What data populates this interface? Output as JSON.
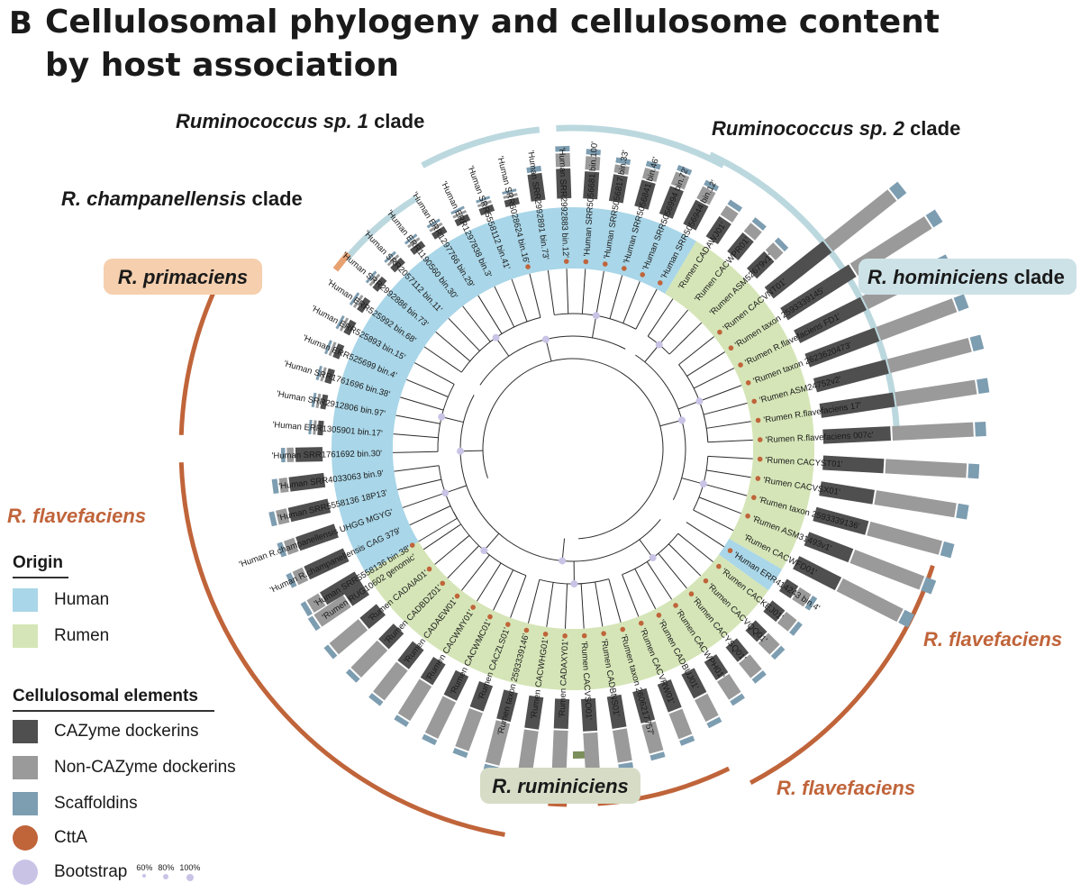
{
  "panel_letter": "B",
  "title": {
    "line1": "Cellulosomal phylogeny and cellulosome content",
    "line2": "by host association"
  },
  "colors": {
    "human": "#a9d6e8",
    "rumen": "#d5e5b7",
    "cazyme": "#4f4f4f",
    "non_cazyme": "#9a9a9a",
    "scaffoldin": "#7d9db1",
    "ctta": "#c0643a",
    "bootstrap": "#c9c3e6",
    "clade_ring_light": "#bcd8df",
    "flavefaciens_ring": "#c0643a",
    "primaciens_fill": "#f5cfae",
    "primaciens_ring": "#e8a272",
    "ruminiciens_fill": "#d6dcc6",
    "ruminiciens_ring": "#7b8f5a",
    "hominiciens_fill": "#cde2e7"
  },
  "clade_labels": {
    "rum1": {
      "italic": "Ruminococcus sp. 1",
      "plain": " clade"
    },
    "rum2": {
      "italic": "Ruminococcus sp. 2",
      "plain": " clade"
    },
    "champ": {
      "italic": "R. champanellensis",
      "plain": " clade"
    },
    "primaciens": "R. primaciens",
    "hominiciens": {
      "italic": "R. hominiciens",
      "plain": " clade"
    },
    "flav_left": "R. flavefaciens",
    "flav_right": "R. flavefaciens",
    "flav_bottom": "R. flavefaciens",
    "ruminiciens": "R. ruminiciens"
  },
  "legend": {
    "origin_title": "Origin",
    "origin_items": [
      {
        "label": "Human",
        "color": "#a9d6e8"
      },
      {
        "label": "Rumen",
        "color": "#d5e5b7"
      }
    ],
    "elements_title": "Cellulosomal elements",
    "element_items": [
      {
        "label": "CAZyme dockerins",
        "color": "#4f4f4f",
        "shape": "square"
      },
      {
        "label": "Non-CAZyme dockerins",
        "color": "#9a9a9a",
        "shape": "square"
      },
      {
        "label": "Scaffoldins",
        "color": "#7d9db1",
        "shape": "square"
      },
      {
        "label": "CttA",
        "color": "#c0643a",
        "shape": "circle"
      },
      {
        "label": "Bootstrap",
        "color": "#c9c3e6",
        "shape": "circle"
      }
    ],
    "bootstrap_scale": [
      "60%",
      "80%",
      "100%"
    ]
  },
  "leaves": [
    {
      "label": "'Human SRR5558136 bin.38'",
      "origin": "human",
      "ctta": true,
      "caz": 0.3,
      "non": 0.1,
      "sca": 0.04
    },
    {
      "label": "'Human R.champanellensis CAG 379'",
      "origin": "human",
      "ctta": false,
      "caz": 0.32,
      "non": 0.08,
      "sca": 0.04
    },
    {
      "label": "'Human R.champanellensis UHGG MGYG'",
      "origin": "human",
      "ctta": false,
      "caz": 0.3,
      "non": 0.08,
      "sca": 0.04
    },
    {
      "label": "'Human SRR5558136 18P13'",
      "origin": "human",
      "ctta": false,
      "caz": 0.3,
      "non": 0.08,
      "sca": 0.04
    },
    {
      "label": "'Human SRR4033063 bin.9'",
      "origin": "human",
      "ctta": false,
      "caz": 0.26,
      "non": 0.06,
      "sca": 0.04
    },
    {
      "label": "'Human SRR1761692 bin.30'",
      "origin": "human",
      "ctta": false,
      "caz": 0.2,
      "non": 0.05,
      "sca": 0.03
    },
    {
      "label": "'Human ERR1305901 bin.17'",
      "origin": "human",
      "ctta": false,
      "caz": 0.04,
      "non": 0.02,
      "sca": 0.02
    },
    {
      "label": "'Human SRR2912806 bin.97'",
      "origin": "human",
      "ctta": false,
      "caz": 0.04,
      "non": 0.02,
      "sca": 0.02
    },
    {
      "label": "'Human SRR1761696 bin.38'",
      "origin": "human",
      "ctta": false,
      "caz": 0.05,
      "non": 0.02,
      "sca": 0.02
    },
    {
      "label": "'Human ERR525699 bin.4'",
      "origin": "human",
      "ctta": false,
      "caz": 0.05,
      "non": 0.02,
      "sca": 0.02
    },
    {
      "label": "'Human ERR525893 bin.15'",
      "origin": "human",
      "ctta": false,
      "caz": 0.05,
      "non": 0.02,
      "sca": 0.02
    },
    {
      "label": "'Human ERR525992 bin.68'",
      "origin": "human",
      "ctta": false,
      "caz": 0.05,
      "non": 0.02,
      "sca": 0.02
    },
    {
      "label": "'Human SRR2992886 bin.73'",
      "origin": "human",
      "ctta": false,
      "caz": 0.05,
      "non": 0.02,
      "sca": 0.02
    },
    {
      "label": "'Human SRR2057112 bin.11'",
      "origin": "human",
      "ctta": false,
      "caz": 0.05,
      "non": 0.02,
      "sca": 0.02
    },
    {
      "label": "'Human ERR1190560 bin.30'",
      "origin": "human",
      "ctta": false,
      "caz": 0.05,
      "non": 0.02,
      "sca": 0.02
    },
    {
      "label": "'Human ERR1297766 bin.29'",
      "origin": "human",
      "ctta": false,
      "caz": 0.05,
      "non": 0.02,
      "sca": 0.02
    },
    {
      "label": "'Human ERR1297838 bin.3'",
      "origin": "human",
      "ctta": false,
      "caz": 0.05,
      "non": 0.02,
      "sca": 0.02
    },
    {
      "label": "'Human SRR5558112 bin.41'",
      "origin": "human",
      "ctta": false,
      "caz": 0.05,
      "non": 0.02,
      "sca": 0.02
    },
    {
      "label": "'Human SRR6028624 bin.16'",
      "origin": "human",
      "ctta": true,
      "caz": 0.05,
      "non": 0.02,
      "sca": 0.02
    },
    {
      "label": "'Human SRR2992891 bin.73'",
      "origin": "human",
      "ctta": false,
      "caz": 0.2,
      "non": 0.0,
      "sca": 0.04
    },
    {
      "label": "'Human SRR2992883 bin.12'",
      "origin": "human",
      "ctta": true,
      "caz": 0.22,
      "non": 0.1,
      "sca": 0.04
    },
    {
      "label": "'Human SRR5056681 bin.100'",
      "origin": "human",
      "ctta": true,
      "caz": 0.2,
      "non": 0.1,
      "sca": 0.04
    },
    {
      "label": "'Human SRR5056817 bin.33'",
      "origin": "human",
      "ctta": true,
      "caz": 0.2,
      "non": 0.06,
      "sca": 0.04
    },
    {
      "label": "'Human SRR5056841 bin.46'",
      "origin": "human",
      "ctta": true,
      "caz": 0.2,
      "non": 0.08,
      "sca": 0.04
    },
    {
      "label": "'Human SRR5056994 bin.72'",
      "origin": "human",
      "ctta": true,
      "caz": 0.22,
      "non": 0.1,
      "sca": 0.04
    },
    {
      "label": "'Human SRR5056944 bin.12'",
      "origin": "human",
      "ctta": true,
      "caz": 0.2,
      "non": 0.1,
      "sca": 0.04
    },
    {
      "label": "'Rumen CADAWJ01'",
      "origin": "rumen",
      "ctta": false,
      "caz": 0.18,
      "non": 0.08,
      "sca": 0.04
    },
    {
      "label": "'Rumen CACWPR01'",
      "origin": "rumen",
      "ctta": false,
      "caz": 0.18,
      "non": 0.08,
      "sca": 0.04
    },
    {
      "label": "'Rumen ASM52679v1'",
      "origin": "rumen",
      "ctta": false,
      "caz": 0.18,
      "non": 0.08,
      "sca": 0.04
    },
    {
      "label": "'Rumen CACVNT01'",
      "origin": "rumen",
      "ctta": true,
      "caz": 0.55,
      "non": 0.6,
      "sca": 0.08
    },
    {
      "label": "'Rumen taxon 2593339145'",
      "origin": "rumen",
      "ctta": true,
      "caz": 0.6,
      "non": 0.65,
      "sca": 0.08
    },
    {
      "label": "'Rumen R.flavefaciens FD1'",
      "origin": "rumen",
      "ctta": true,
      "caz": 0.55,
      "non": 0.6,
      "sca": 0.08
    },
    {
      "label": "'Rumen taxon 2623620473'",
      "origin": "rumen",
      "ctta": true,
      "caz": 0.55,
      "non": 0.6,
      "sca": 0.08
    },
    {
      "label": "'Rumen ASM24752v2'",
      "origin": "rumen",
      "ctta": true,
      "caz": 0.55,
      "non": 0.62,
      "sca": 0.08
    },
    {
      "label": "'Rumen R.flavefaciens 17'",
      "origin": "rumen",
      "ctta": true,
      "caz": 0.55,
      "non": 0.6,
      "sca": 0.08
    },
    {
      "label": "'Rumen R.flavefaciens 007c'",
      "origin": "rumen",
      "ctta": true,
      "caz": 0.5,
      "non": 0.6,
      "sca": 0.08
    },
    {
      "label": "'Rumen CACYST01'",
      "origin": "rumen",
      "ctta": true,
      "caz": 0.45,
      "non": 0.6,
      "sca": 0.08
    },
    {
      "label": "'Rumen CACVSX01'",
      "origin": "rumen",
      "ctta": true,
      "caz": 0.4,
      "non": 0.6,
      "sca": 0.08
    },
    {
      "label": "'Rumen taxon 2593339136'",
      "origin": "rumen",
      "ctta": true,
      "caz": 0.4,
      "non": 0.55,
      "sca": 0.08
    },
    {
      "label": "'Rumen ASM31493v1'",
      "origin": "rumen",
      "ctta": true,
      "caz": 0.35,
      "non": 0.55,
      "sca": 0.08
    },
    {
      "label": "'Rumen CACWFD01'",
      "origin": "rumen",
      "ctta": false,
      "caz": 0.35,
      "non": 0.5,
      "sca": 0.08
    },
    {
      "label": "'Human ERR414243 bin.4'",
      "origin": "human",
      "ctta": true,
      "caz": 0.1,
      "non": 0.1,
      "sca": 0.04
    },
    {
      "label": "'Rumen CACKEJ01'",
      "origin": "rumen",
      "ctta": true,
      "caz": 0.12,
      "non": 0.1,
      "sca": 0.04
    },
    {
      "label": "'Rumen CACVQQ01'",
      "origin": "rumen",
      "ctta": true,
      "caz": 0.12,
      "non": 0.12,
      "sca": 0.04
    },
    {
      "label": "'Rumen CACYSQ01'",
      "origin": "rumen",
      "ctta": true,
      "caz": 0.14,
      "non": 0.14,
      "sca": 0.04
    },
    {
      "label": "'Rumen CACWPH01'",
      "origin": "rumen",
      "ctta": true,
      "caz": 0.16,
      "non": 0.16,
      "sca": 0.04
    },
    {
      "label": "'Rumen CADBUJ01'",
      "origin": "rumen",
      "ctta": true,
      "caz": 0.2,
      "non": 0.18,
      "sca": 0.04
    },
    {
      "label": "'Rumen CACVRW01'",
      "origin": "rumen",
      "ctta": true,
      "caz": 0.22,
      "non": 0.2,
      "sca": 0.04
    },
    {
      "label": "'Rumen taxon 2606217757'",
      "origin": "rumen",
      "ctta": true,
      "caz": 0.24,
      "non": 0.22,
      "sca": 0.04
    },
    {
      "label": "'Rumen CADBNS01'",
      "origin": "rumen",
      "ctta": true,
      "caz": 0.24,
      "non": 0.24,
      "sca": 0.04
    },
    {
      "label": "'Rumen CACVSO01'",
      "origin": "rumen",
      "ctta": true,
      "caz": 0.24,
      "non": 0.28,
      "sca": 0.04
    },
    {
      "label": "'Rumen CADAXY01'",
      "origin": "rumen",
      "ctta": true,
      "caz": 0.22,
      "non": 0.3,
      "sca": 0.04
    },
    {
      "label": "'Rumen CACWHG01'",
      "origin": "rumen",
      "ctta": true,
      "caz": 0.24,
      "non": 0.34,
      "sca": 0.04
    },
    {
      "label": "'Rumen taxon 2593339146'",
      "origin": "rumen",
      "ctta": true,
      "caz": 0.22,
      "non": 0.32,
      "sca": 0.04
    },
    {
      "label": "'Rumen CACZLS01'",
      "origin": "rumen",
      "ctta": true,
      "caz": 0.2,
      "non": 0.3,
      "sca": 0.04
    },
    {
      "label": "'Rumen CACWMC01'",
      "origin": "rumen",
      "ctta": true,
      "caz": 0.2,
      "non": 0.3,
      "sca": 0.04
    },
    {
      "label": "'Rumen CACWMY01'",
      "origin": "rumen",
      "ctta": true,
      "caz": 0.18,
      "non": 0.3,
      "sca": 0.04
    },
    {
      "label": "'Rumen CADAEW01'",
      "origin": "rumen",
      "ctta": true,
      "caz": 0.18,
      "non": 0.28,
      "sca": 0.04
    },
    {
      "label": "'Rumen CADBDZ01'",
      "origin": "rumen",
      "ctta": true,
      "caz": 0.16,
      "non": 0.28,
      "sca": 0.04
    },
    {
      "label": "'Rumen CADAIA01'",
      "origin": "rumen",
      "ctta": true,
      "caz": 0.16,
      "non": 0.28,
      "sca": 0.04
    },
    {
      "label": "'Rumen RUG10602 genomic'",
      "origin": "rumen",
      "ctta": false,
      "caz": 0.15,
      "non": 0.26,
      "sca": 0.04
    }
  ]
}
